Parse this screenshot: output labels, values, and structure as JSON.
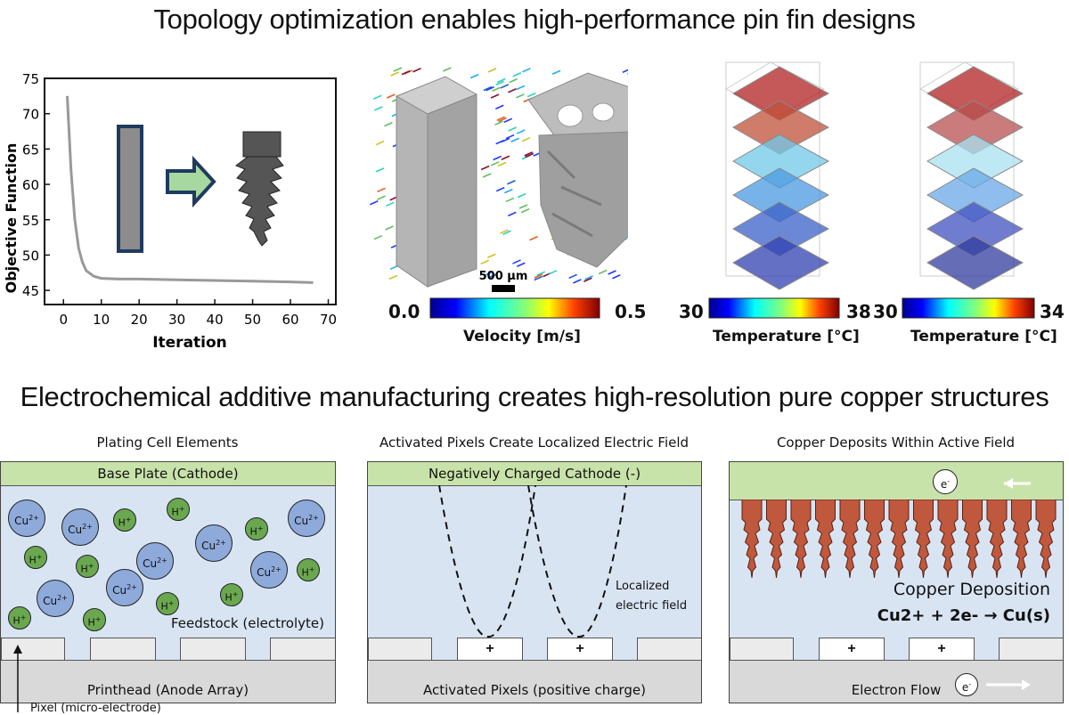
{
  "top": {
    "heading": "Topology optimization enables high-performance pin fin designs",
    "plot": {
      "ylabel": "Objective Function",
      "xlabel": "Iteration",
      "yticks": [
        "75",
        "70",
        "65",
        "60",
        "55",
        "50",
        "45"
      ],
      "xticks": [
        "0",
        "10",
        "20",
        "30",
        "40",
        "50",
        "60",
        "70"
      ]
    },
    "scale_bar": "500 µm",
    "velocity_colorbar": {
      "min": "0.0",
      "max": "0.5",
      "label": "Velocity [m/s]"
    },
    "temp_colorbar_1": {
      "min": "30",
      "max": "38",
      "label": "Temperature [°C]"
    },
    "temp_colorbar_2": {
      "min": "30",
      "max": "34",
      "label": "Temperature [°C]"
    }
  },
  "bottom": {
    "heading": "Electrochemical additive manufacturing creates high-resolution pure copper structures",
    "panel1": {
      "title": "Plating Cell Elements",
      "cathode": "Base Plate (Cathode)",
      "electrolyte": "Feedstock (electrolyte)",
      "anode": "Printhead (Anode Array)",
      "pixel_note": "Pixel (micro-electrode)",
      "cu_label": "Cu",
      "cu_charge": "2+",
      "h_label": "H",
      "h_charge": "+"
    },
    "panel2": {
      "title": "Activated Pixels Create Localized Electric Field",
      "cathode": "Negatively Charged Cathode (-)",
      "field_line1": "Localized",
      "field_line2": "electric field",
      "plus": "+",
      "anode": "Activated Pixels (positive charge)"
    },
    "panel3": {
      "title": "Copper Deposits Within Active Field",
      "electron": "e",
      "electron_charge": "-",
      "deposition": "Copper Deposition",
      "reaction": "Cu2+ + 2e- → Cu(s)",
      "plus": "+",
      "anode": "Electron Flow"
    }
  },
  "colors": {
    "cathode_green": "#c8e3a9",
    "electrolyte_blue": "#d9e4f3",
    "copper": "#c0583d",
    "cu_ion": "#8eaadb",
    "h_ion": "#6aa84f"
  },
  "chart_data": {
    "type": "line",
    "title": "",
    "xlabel": "Iteration",
    "ylabel": "Objective Function",
    "xlim": [
      -5,
      72
    ],
    "ylim": [
      43,
      75
    ],
    "series": [
      {
        "name": "",
        "x": [
          1,
          2,
          3,
          4,
          5,
          6,
          8,
          10,
          15,
          20,
          30,
          40,
          50,
          60,
          66
        ],
        "y": [
          72.5,
          62,
          55,
          51,
          49,
          47.8,
          47,
          46.7,
          46.6,
          46.6,
          46.5,
          46.4,
          46.3,
          46.2,
          46.1
        ]
      }
    ]
  }
}
